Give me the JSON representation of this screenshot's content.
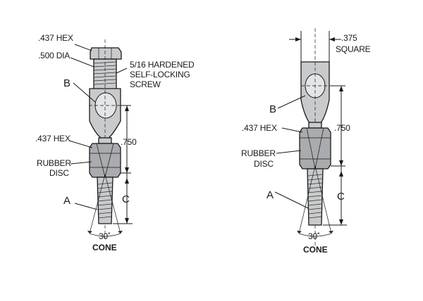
{
  "left": {
    "hex_top": ".437 HEX",
    "dia": ".500 DIA",
    "screw_line1": "5/16 HARDENED",
    "screw_line2": "SELF-LOCKING",
    "screw_line3": "SCREW",
    "label_b": "B",
    "dim_750": ".750",
    "hex_mid": ".437 HEX",
    "rubber_line1": "RUBBER",
    "rubber_line2": "DISC",
    "label_a": "A",
    "label_c": "C",
    "angle": "30˚",
    "cone": "CONE"
  },
  "right": {
    "dim_375": ".375",
    "square": "SQUARE",
    "label_b": "B",
    "hex": ".437 HEX",
    "dim_750": ".750",
    "rubber_line1": "RUBBER",
    "rubber_line2": "DISC",
    "label_a": "A",
    "label_c": "C",
    "angle": "30˚",
    "cone": "CONE"
  }
}
